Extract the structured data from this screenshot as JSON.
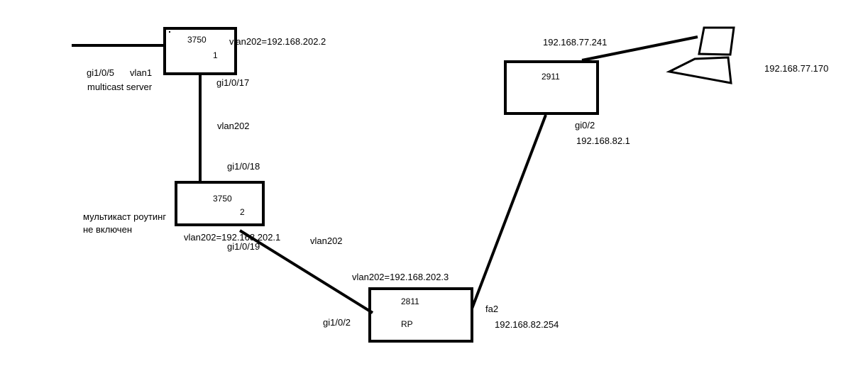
{
  "colors": {
    "line": "#000000",
    "background": "#ffffff",
    "text": "#000000"
  },
  "switch1": {
    "model": "3750",
    "number": "1",
    "vlan_ip": "vlan202=192.168.202.2",
    "port_down": "gi1/0/17",
    "port_left": "gi1/0/5",
    "vlan_left": "vlan1",
    "server_label": "multicast server"
  },
  "link_1_2": {
    "vlan": "vlan202"
  },
  "switch2": {
    "model": "3750",
    "number": "2",
    "port_up": "gi1/0/18",
    "note_line1": "мультикаст роутинг",
    "note_line2": "не включен",
    "vlan_ip": "vlan202=192.168.202.1",
    "port_down": "gi1/0/19"
  },
  "link_2_rp": {
    "vlan": "vlan202"
  },
  "router_rp": {
    "model": "2811",
    "role": "RP",
    "vlan_ip": "vlan202=192.168.202.3",
    "port_left": "gi1/0/2",
    "port_right": "fa2",
    "ip_right": "192.168.82.254"
  },
  "router_2911": {
    "model": "2911",
    "ip_top": "192.168.77.241",
    "port_down": "gi0/2",
    "ip_down": "192.168.82.1"
  },
  "laptop": {
    "icon": "laptop-icon",
    "ip": "192.168.77.170"
  }
}
